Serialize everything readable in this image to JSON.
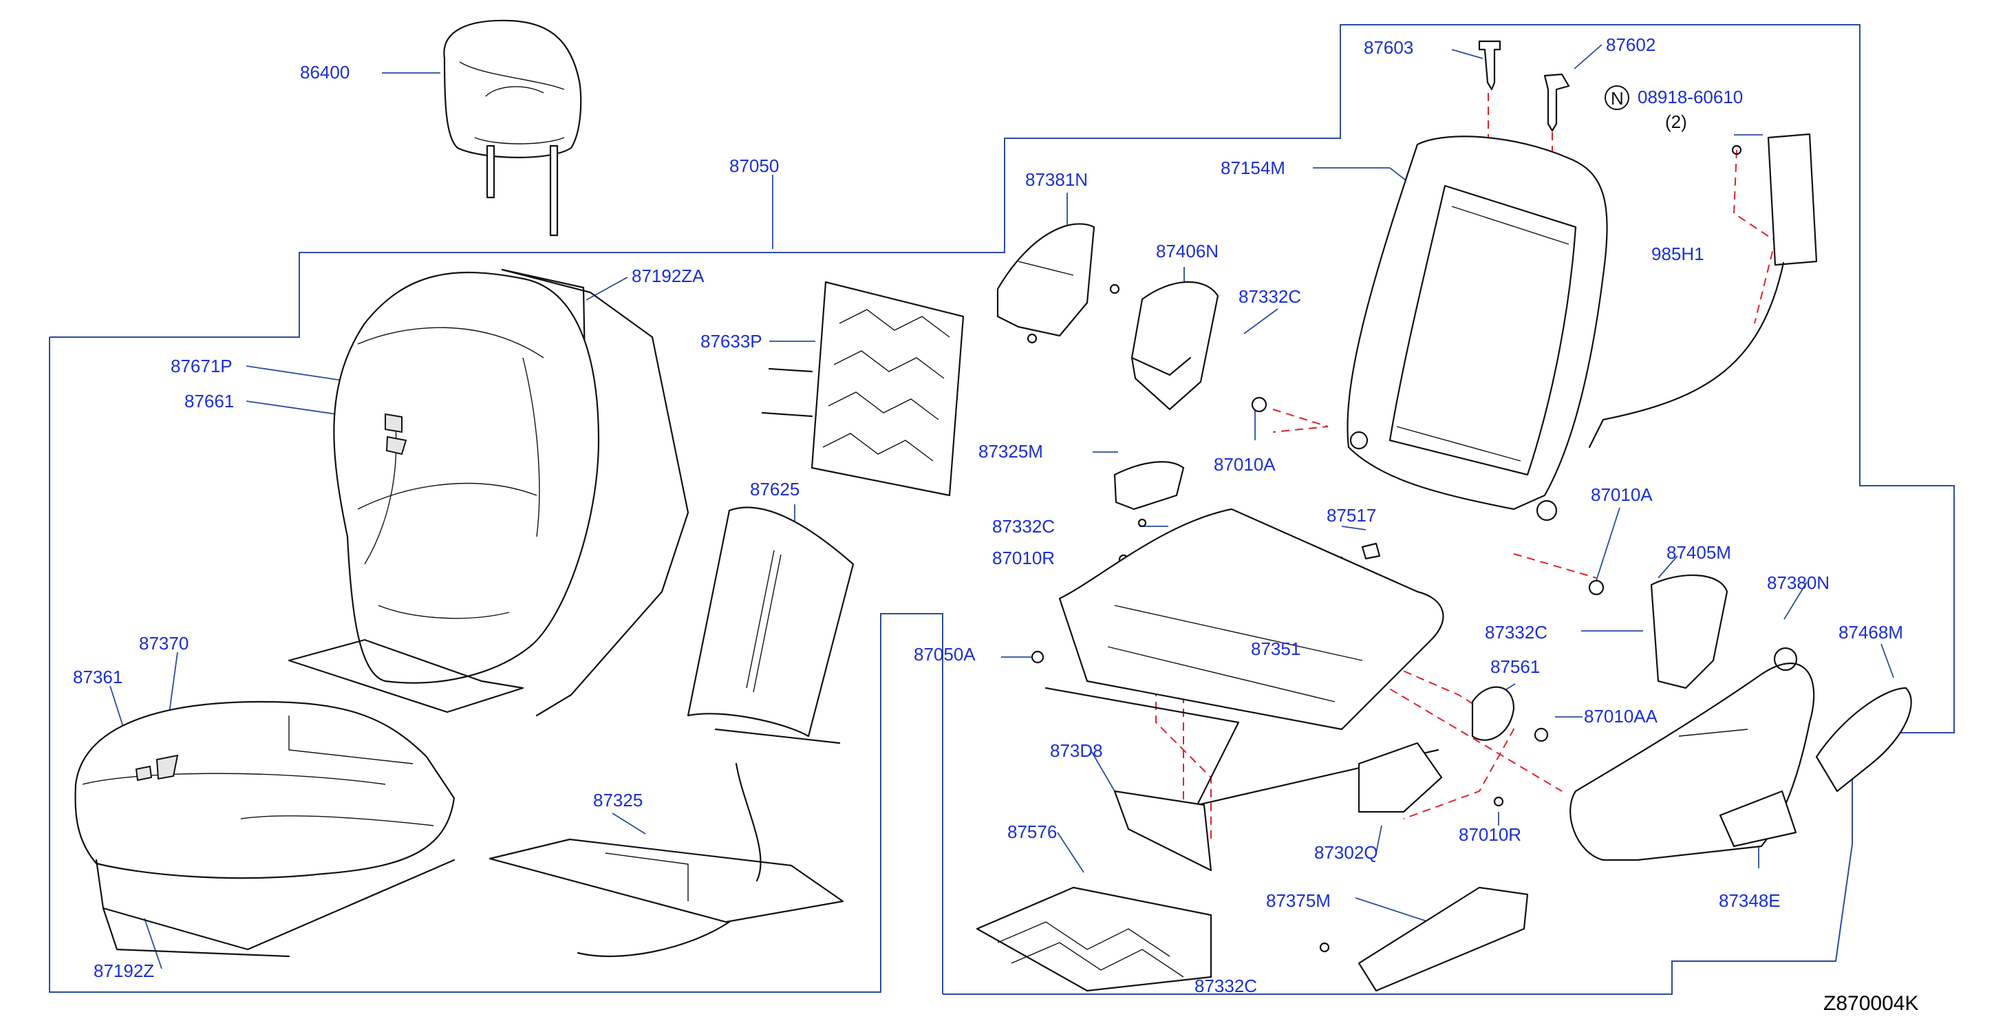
{
  "diagram": {
    "title_code": "Z870004K",
    "labels": {
      "l86400": "86400",
      "l87050": "87050",
      "l87192ZA": "87192ZA",
      "l87671P": "87671P",
      "l87661": "87661",
      "l87370": "87370",
      "l87361": "87361",
      "l87192Z": "87192Z",
      "l87633P": "87633P",
      "l87625": "87625",
      "l87325": "87325",
      "l87381N": "87381N",
      "l87406N": "87406N",
      "l87332C_a": "87332C",
      "l87325M": "87325M",
      "l87010A_a": "87010A",
      "l87332C_b": "87332C",
      "l87010R_a": "87010R",
      "l87603": "87603",
      "l87602": "87602",
      "l87154M": "87154M",
      "l08918": "08918-60610",
      "l08918_qty": "(2)",
      "l08918_badge": "N",
      "l985H1": "985H1",
      "l87517": "87517",
      "l87010A_b": "87010A",
      "l87405M": "87405M",
      "l87380N": "87380N",
      "l87332C_c": "87332C",
      "l87468M": "87468M",
      "l87050A": "87050A",
      "l87351": "87351",
      "l87561": "87561",
      "l87010AA": "87010AA",
      "l873D8": "873D8",
      "l87576": "87576",
      "l87302Q": "87302Q",
      "l87010R_b": "87010R",
      "l87375M": "87375M",
      "l87332C_d": "87332C",
      "l87348E": "87348E"
    }
  }
}
